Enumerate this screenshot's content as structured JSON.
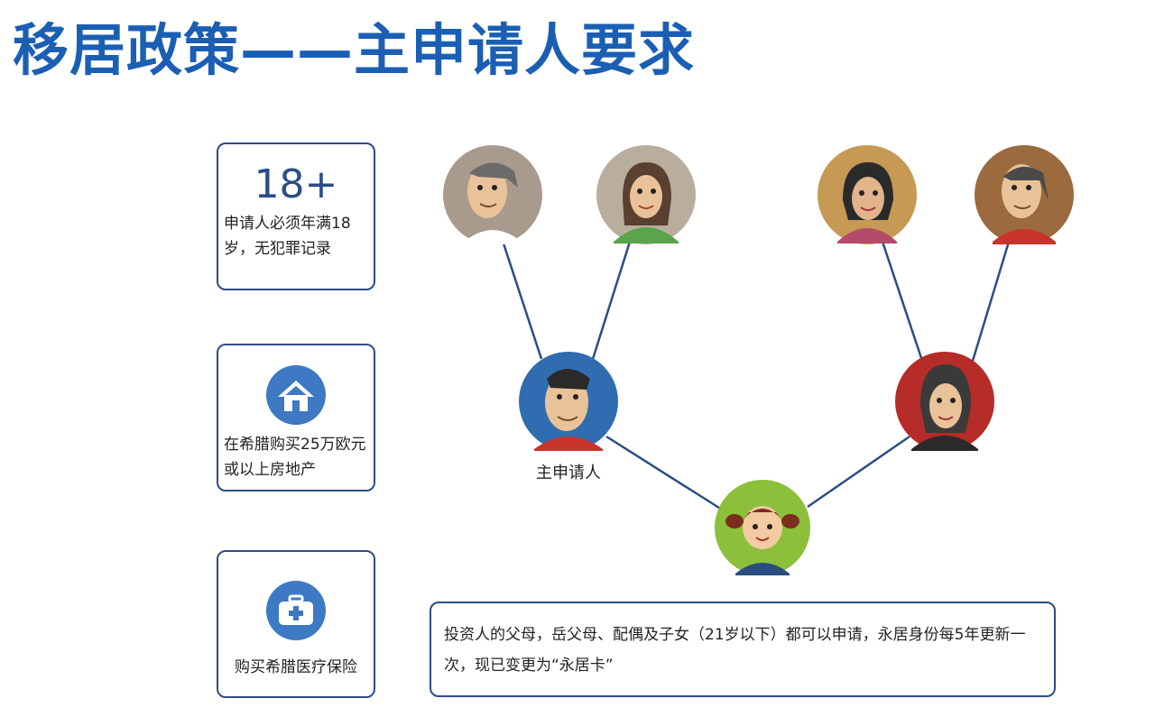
{
  "title": "移居政策——主申请人要求",
  "cards": [
    {
      "headline": "18+",
      "text": "申请人必须年满18岁，无犯罪记录",
      "icon": "age-18-plus"
    },
    {
      "text": "在希腊购买25万欧元或以上房地产",
      "icon": "house-icon"
    },
    {
      "text": "购买希腊医疗保险",
      "icon": "medical-kit-icon"
    }
  ],
  "family_tree": {
    "main_applicant_label": "主申请人",
    "members": [
      {
        "role": "applicant-father",
        "icon": "man-avatar-icon",
        "color": "#a89a8c"
      },
      {
        "role": "applicant-mother",
        "icon": "woman-avatar-icon",
        "color": "#b9ae9d"
      },
      {
        "role": "spouse-mother",
        "icon": "woman-avatar-icon",
        "color": "#c69a54"
      },
      {
        "role": "spouse-father",
        "icon": "man-avatar-icon",
        "color": "#9b6a3f"
      },
      {
        "role": "main-applicant",
        "icon": "man-avatar-icon",
        "color": "#2f6db0"
      },
      {
        "role": "spouse",
        "icon": "woman-avatar-icon",
        "color": "#b52c28"
      },
      {
        "role": "child",
        "icon": "girl-avatar-icon",
        "color": "#8cbf3a"
      }
    ]
  },
  "note": "投资人的父母，岳父母、配偶及子女（21岁以下）都可以申请，永居身份每5年更新一次，现已变更为“永居卡”",
  "colors": {
    "title": "#1a5fb4",
    "border": "#2b4d86",
    "icon_bg": "#3e79c4"
  }
}
